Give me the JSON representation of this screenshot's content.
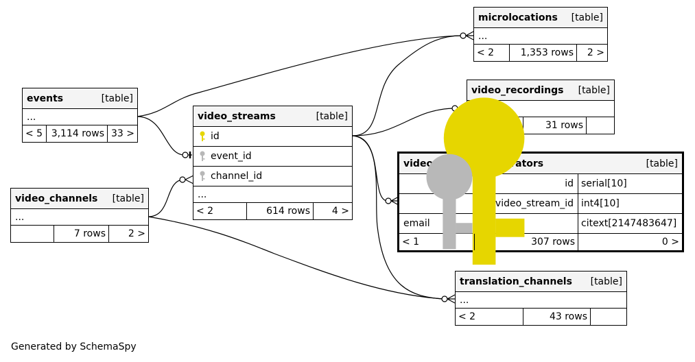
{
  "tables": {
    "microlocations": {
      "name": "microlocations",
      "kind": "[table]",
      "cols": [
        "..."
      ],
      "foot": [
        "< 2",
        "1,353 rows",
        "2 >"
      ]
    },
    "events": {
      "name": "events",
      "kind": "[table]",
      "cols": [
        "..."
      ],
      "foot": [
        "< 5",
        "3,114 rows",
        "33 >"
      ]
    },
    "video_streams": {
      "name": "video_streams",
      "kind": "[table]",
      "cols": [
        "id",
        "event_id",
        "channel_id",
        "..."
      ],
      "foot": [
        "< 2",
        "614 rows",
        "4 >"
      ]
    },
    "video_recordings": {
      "name": "video_recordings",
      "kind": "[table]",
      "cols": [
        "..."
      ],
      "foot": [
        "< 1",
        "31 rows",
        ""
      ]
    },
    "video_channels": {
      "name": "video_channels",
      "kind": "[table]",
      "cols": [
        "..."
      ],
      "foot": [
        "",
        "7 rows",
        "2 >"
      ]
    },
    "video_stream_moderators": {
      "name": "video_stream_moderators",
      "kind": "[table]",
      "cols": [
        {
          "name": "id",
          "type": "serial[10]"
        },
        {
          "name": "video_stream_id",
          "type": "int4[10]"
        },
        {
          "name": "email",
          "type": "citext[2147483647]"
        }
      ],
      "foot": [
        "< 1",
        "307 rows",
        "0 >"
      ]
    },
    "translation_channels": {
      "name": "translation_channels",
      "kind": "[table]",
      "cols": [
        "..."
      ],
      "foot": [
        "< 2",
        "43 rows",
        ""
      ]
    }
  },
  "colors": {
    "primary_key": "#e6d600",
    "foreign_key": "#b8b8b8",
    "header_bg": "#f4f4f4"
  },
  "footer": "Generated by SchemaSpy"
}
